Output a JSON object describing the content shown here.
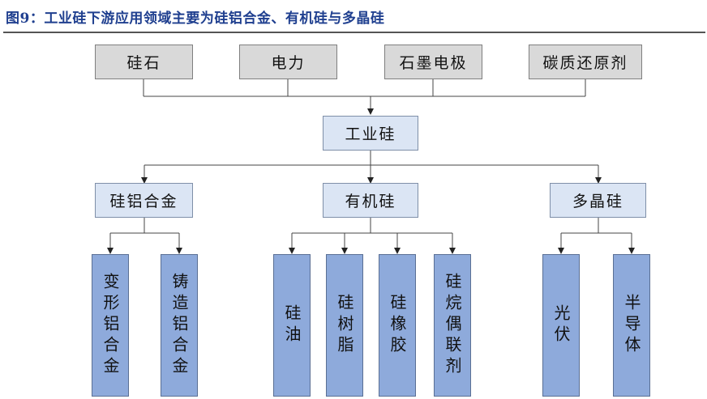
{
  "title": "图9：工业硅下游应用领域主要为硅铝合金、有机硅与多晶硅",
  "inputs": [
    "硅石",
    "电力",
    "石墨电极",
    "碳质还原剂"
  ],
  "center": "工业硅",
  "categories": [
    {
      "label": "硅铝合金",
      "children": [
        "变形铝合金",
        "铸造铝合金"
      ]
    },
    {
      "label": "有机硅",
      "children": [
        "硅油",
        "硅树脂",
        "硅橡胶",
        "硅烷偶联剂"
      ]
    },
    {
      "label": "多晶硅",
      "children": [
        "光伏",
        "半导体"
      ]
    }
  ],
  "colors": {
    "title": "#1f3f8f",
    "input_fill": "#d9d9d9",
    "mid_fill": "#dbe5f4",
    "leaf_fill": "#8eaadb"
  }
}
